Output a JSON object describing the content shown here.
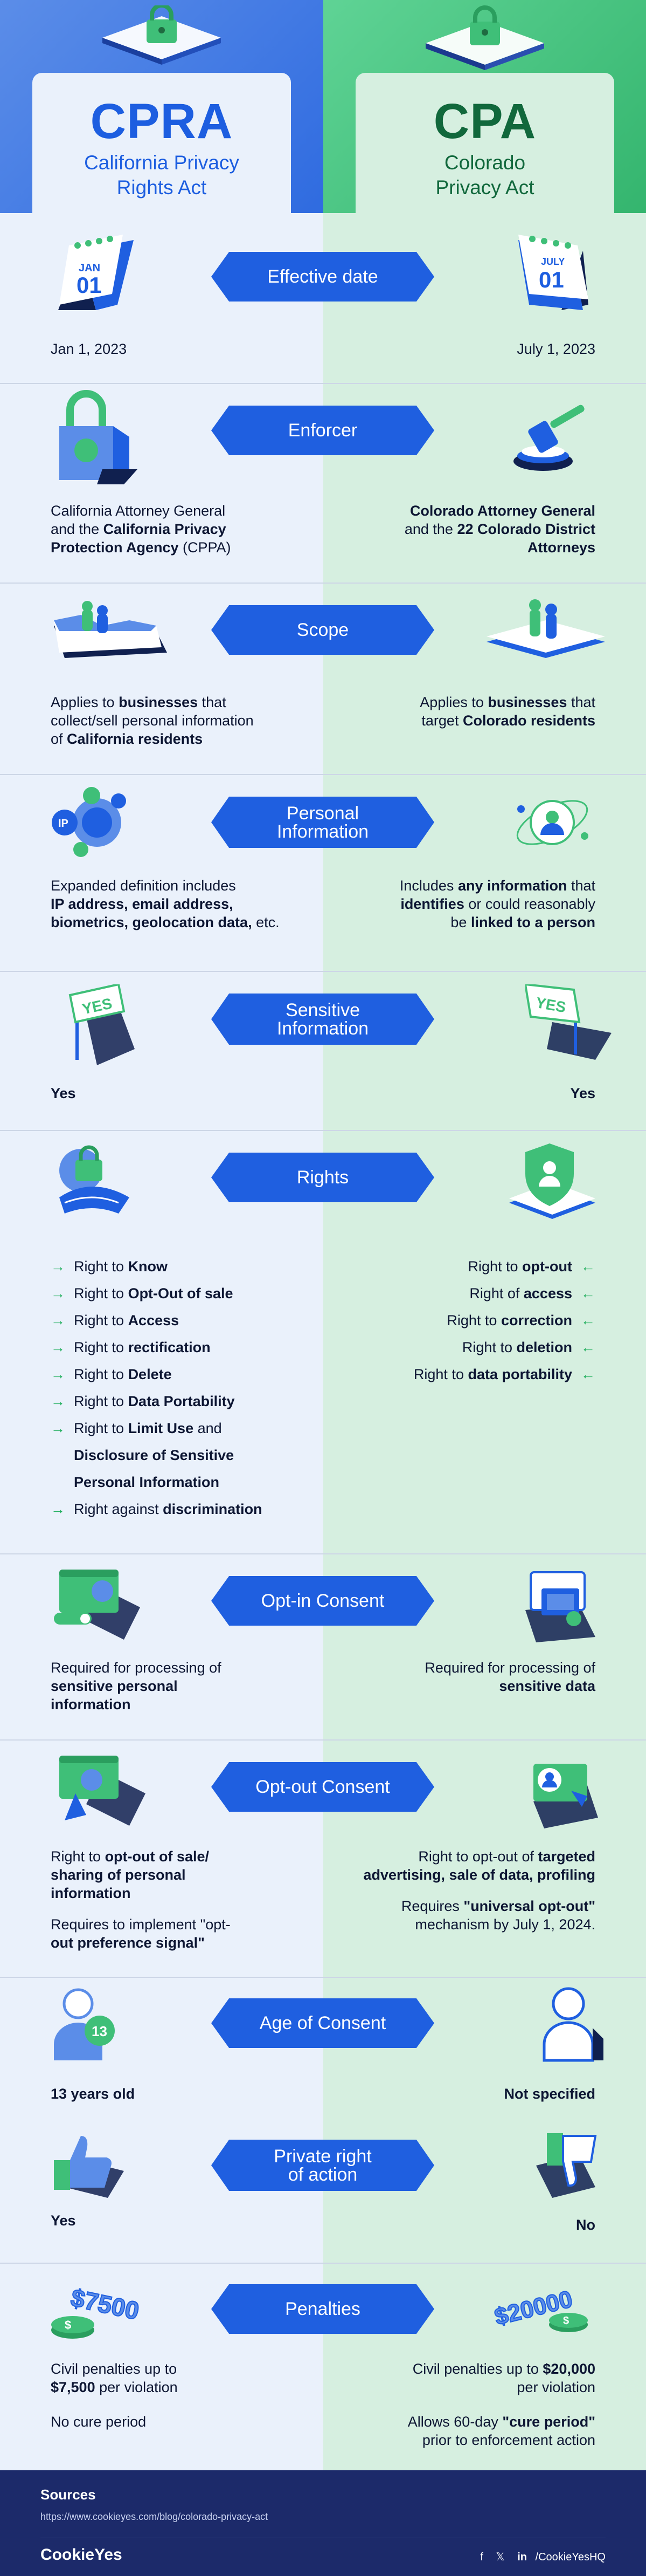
{
  "header": {
    "left": {
      "abbr": "CPRA",
      "name_line1": "California Privacy",
      "name_line2": "Rights Act"
    },
    "right": {
      "abbr": "CPA",
      "name_line1": "Colorado",
      "name_line2": "Privacy Act"
    }
  },
  "sections": {
    "effective": {
      "title": "Effective date",
      "left_cal_month": "JAN",
      "left_cal_day": "01",
      "right_cal_month": "JULY",
      "right_cal_day": "01",
      "left": "Jan 1, 2023",
      "right": "July 1, 2023"
    },
    "enforcer": {
      "title": "Enforcer",
      "left_1": "California Attorney General",
      "left_2a": "and the ",
      "left_2b": "California Privacy",
      "left_3a": "Protection Agency",
      "left_3b": " (CPPA)",
      "right_1": "Colorado Attorney General",
      "right_2a": "and the ",
      "right_2b": "22 Colorado District",
      "right_3": "Attorneys"
    },
    "scope": {
      "title": "Scope",
      "left_1a": "Applies to ",
      "left_1b": "businesses",
      "left_1c": " that",
      "left_2": "collect/sell personal information",
      "left_3a": "of ",
      "left_3b": "California residents",
      "right_1a": "Applies to ",
      "right_1b": "businesses",
      "right_1c": " that",
      "right_2a": "target ",
      "right_2b": "Colorado residents"
    },
    "personal": {
      "title_1": "Personal",
      "title_2": "Information",
      "left_1": "Expanded definition includes",
      "left_2": "IP address, email address,",
      "left_3a": "biometrics, geolocation data,",
      "left_3b": " etc.",
      "right_1a": "Includes ",
      "right_1b": "any information",
      "right_1c": " that",
      "right_2a": "identifies",
      "right_2b": " or could reasonably",
      "right_3a": "be ",
      "right_3b": "linked to a person"
    },
    "sensitive": {
      "title_1": "Sensitive",
      "title_2": "Information",
      "sign": "YES",
      "left": "Yes",
      "right": "Yes"
    },
    "rights": {
      "title": "Rights",
      "left_items": [
        {
          "pre": "Right to ",
          "bold": "Know",
          "post": ""
        },
        {
          "pre": "Right to ",
          "bold": "Opt-Out of sale",
          "post": ""
        },
        {
          "pre": "Right to ",
          "bold": "Access",
          "post": ""
        },
        {
          "pre": "Right to ",
          "bold": "rectification",
          "post": ""
        },
        {
          "pre": "Right to ",
          "bold": "Delete",
          "post": ""
        },
        {
          "pre": "Right to ",
          "bold": "Data Portability",
          "post": ""
        },
        {
          "pre": "Right to ",
          "bold": "Limit Use",
          "post": " and"
        },
        {
          "pre": "",
          "bold": "Disclosure of Sensitive",
          "post": ""
        },
        {
          "pre": "",
          "bold": "Personal Information",
          "post": ""
        },
        {
          "pre": "Right against ",
          "bold": "discrimination",
          "post": ""
        }
      ],
      "right_items": [
        {
          "pre": "Right to ",
          "bold": "opt-out"
        },
        {
          "pre": "Right of ",
          "bold": "access"
        },
        {
          "pre": "Right to ",
          "bold": "correction"
        },
        {
          "pre": "Right to ",
          "bold": "deletion"
        },
        {
          "pre": "Right to ",
          "bold": "data portability"
        }
      ]
    },
    "optin": {
      "title": "Opt-in Consent",
      "left_1": "Required for processing of",
      "left_2": "sensitive personal",
      "left_3": "information",
      "right_1": "Required for processing of",
      "right_2": "sensitive data"
    },
    "optout": {
      "title": "Opt-out Consent",
      "left_1a": "Right to ",
      "left_1b": "opt-out of sale/",
      "left_2": "sharing of personal",
      "left_3": "information",
      "left_4": "Requires to implement \"opt-",
      "left_5": "out preference signal\"",
      "right_1a": "Right to opt-out of ",
      "right_1b": "targeted",
      "right_2": "advertising, sale of data, profiling",
      "right_3a": "Requires ",
      "right_3b": "\"universal opt-out\"",
      "right_4": "mechanism by July 1, 2024."
    },
    "age": {
      "title": "Age of Consent",
      "badge": "13",
      "left": "13 years old",
      "right": "Not specified"
    },
    "private": {
      "title_1": "Private right",
      "title_2": "of action",
      "left": "Yes",
      "right": "No"
    },
    "penalties": {
      "title": "Penalties",
      "left_coin": "$7500",
      "right_coin": "$20000",
      "left_1": "Civil penalties up to",
      "left_2a": "$7,500",
      "left_2b": " per violation",
      "left_3": "No cure period",
      "right_1a": "Civil penalties up to ",
      "right_1b": "$20,000",
      "right_2": "per violation",
      "right_3a": "Allows 60-day ",
      "right_3b": "\"cure period\"",
      "right_4": "prior to enforcement action"
    }
  },
  "footer": {
    "sources": "Sources",
    "url": "https://www.cookieyes.com/blog/colorado-privacy-act",
    "logo": "CookieYes",
    "social_f": "f",
    "social_x": "𝕏",
    "social_in": "in",
    "handle": "/CookieYesHQ"
  },
  "colors": {
    "pill": "#1f5fe0",
    "left_accent": "#1d5ee0",
    "right_accent": "#11683c",
    "arrow": "#1fae5c"
  }
}
